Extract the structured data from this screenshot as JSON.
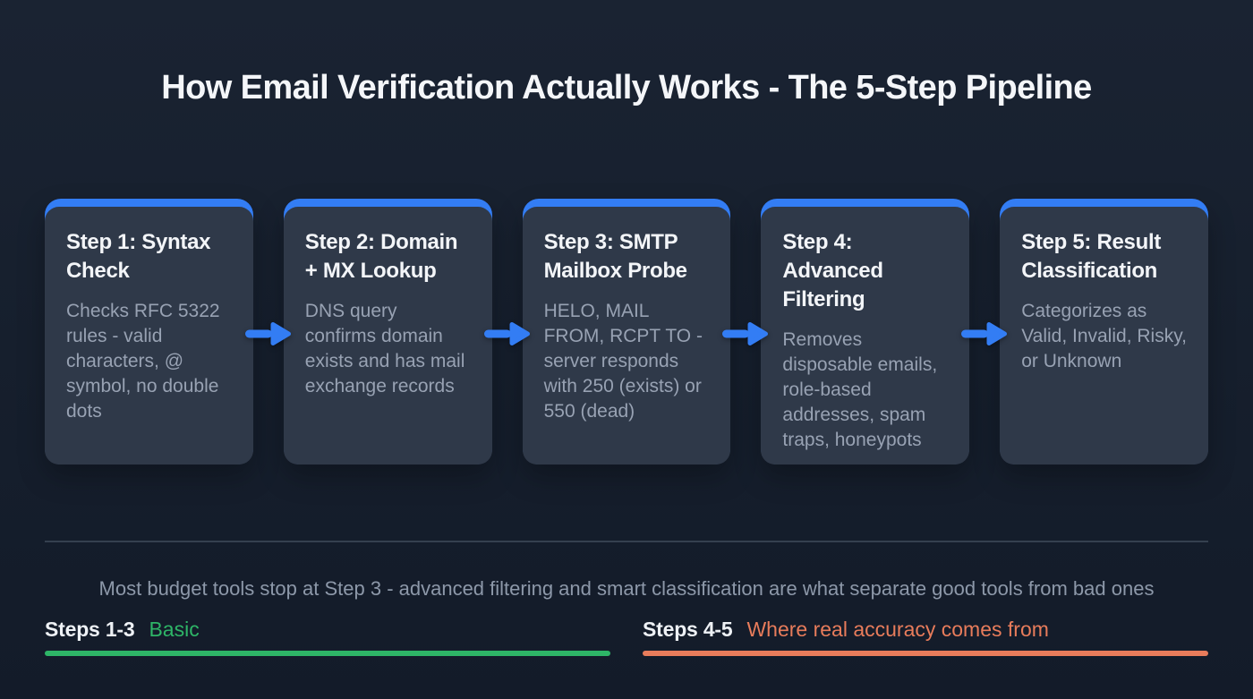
{
  "title": "How Email Verification Actually Works - The 5-Step Pipeline",
  "colors": {
    "accent_blue": "#337df4",
    "green": "#2eb567",
    "orange": "#e87c5b"
  },
  "steps": [
    {
      "heading": "Step 1: Syntax Check",
      "body": "Checks RFC 5322 rules - valid characters, @ symbol, no double dots"
    },
    {
      "heading": "Step 2: Domain + MX Lookup",
      "body": "DNS query confirms domain exists and has mail exchange records"
    },
    {
      "heading": "Step 3: SMTP Mailbox Probe",
      "body": "HELO, MAIL FROM, RCPT TO - server responds with 250 (exists) or 550 (dead)"
    },
    {
      "heading": "Step 4: Advanced Filtering",
      "body": "Removes disposable emails, role-based addresses, spam traps, honeypots"
    },
    {
      "heading": "Step 5: Result Classification",
      "body": "Categorizes as Valid, Invalid, Risky, or Unknown"
    }
  ],
  "footer": {
    "note": "Most budget tools stop at Step 3 - advanced filtering and smart classification are what separate good tools from bad ones",
    "left_label": "Steps 1-3",
    "left_tag": "Basic",
    "right_label": "Steps 4-5",
    "right_tag": "Where real accuracy comes from"
  }
}
